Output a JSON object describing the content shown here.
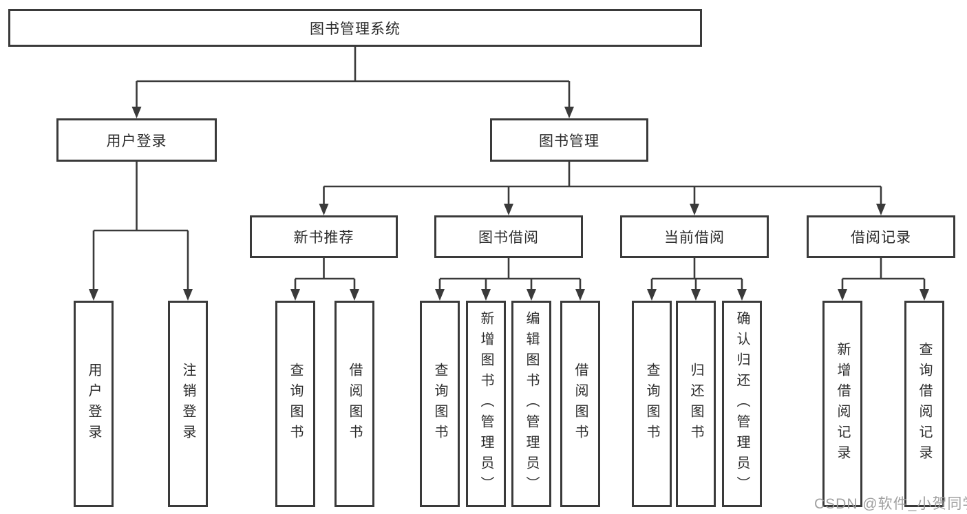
{
  "tree": {
    "label": "图书管理系统",
    "children": [
      {
        "label": "用户登录",
        "children": [
          {
            "label": "用户登录"
          },
          {
            "label": "注销登录"
          }
        ]
      },
      {
        "label": "图书管理",
        "children": [
          {
            "label": "新书推荐",
            "children": [
              {
                "label": "查询图书"
              },
              {
                "label": "借阅图书"
              }
            ]
          },
          {
            "label": "图书借阅",
            "children": [
              {
                "label": "查询图书"
              },
              {
                "label": "新增图书（管理员）"
              },
              {
                "label": "编辑图书（管理员）"
              },
              {
                "label": "借阅图书"
              }
            ]
          },
          {
            "label": "当前借阅",
            "children": [
              {
                "label": "查询图书"
              },
              {
                "label": "归还图书"
              },
              {
                "label": "确认归还（管理员）"
              }
            ]
          },
          {
            "label": "借阅记录",
            "children": [
              {
                "label": "新增借阅记录"
              },
              {
                "label": "查询借阅记录"
              }
            ]
          }
        ]
      }
    ]
  },
  "watermark": {
    "text": "CSDN @软件_小贺同学",
    "color": "#9b9b9b"
  },
  "colors": {
    "line": "#3a3a3a",
    "box_border": "#3a3a3a",
    "text": "#2d2d2d",
    "background": "#ffffff"
  }
}
